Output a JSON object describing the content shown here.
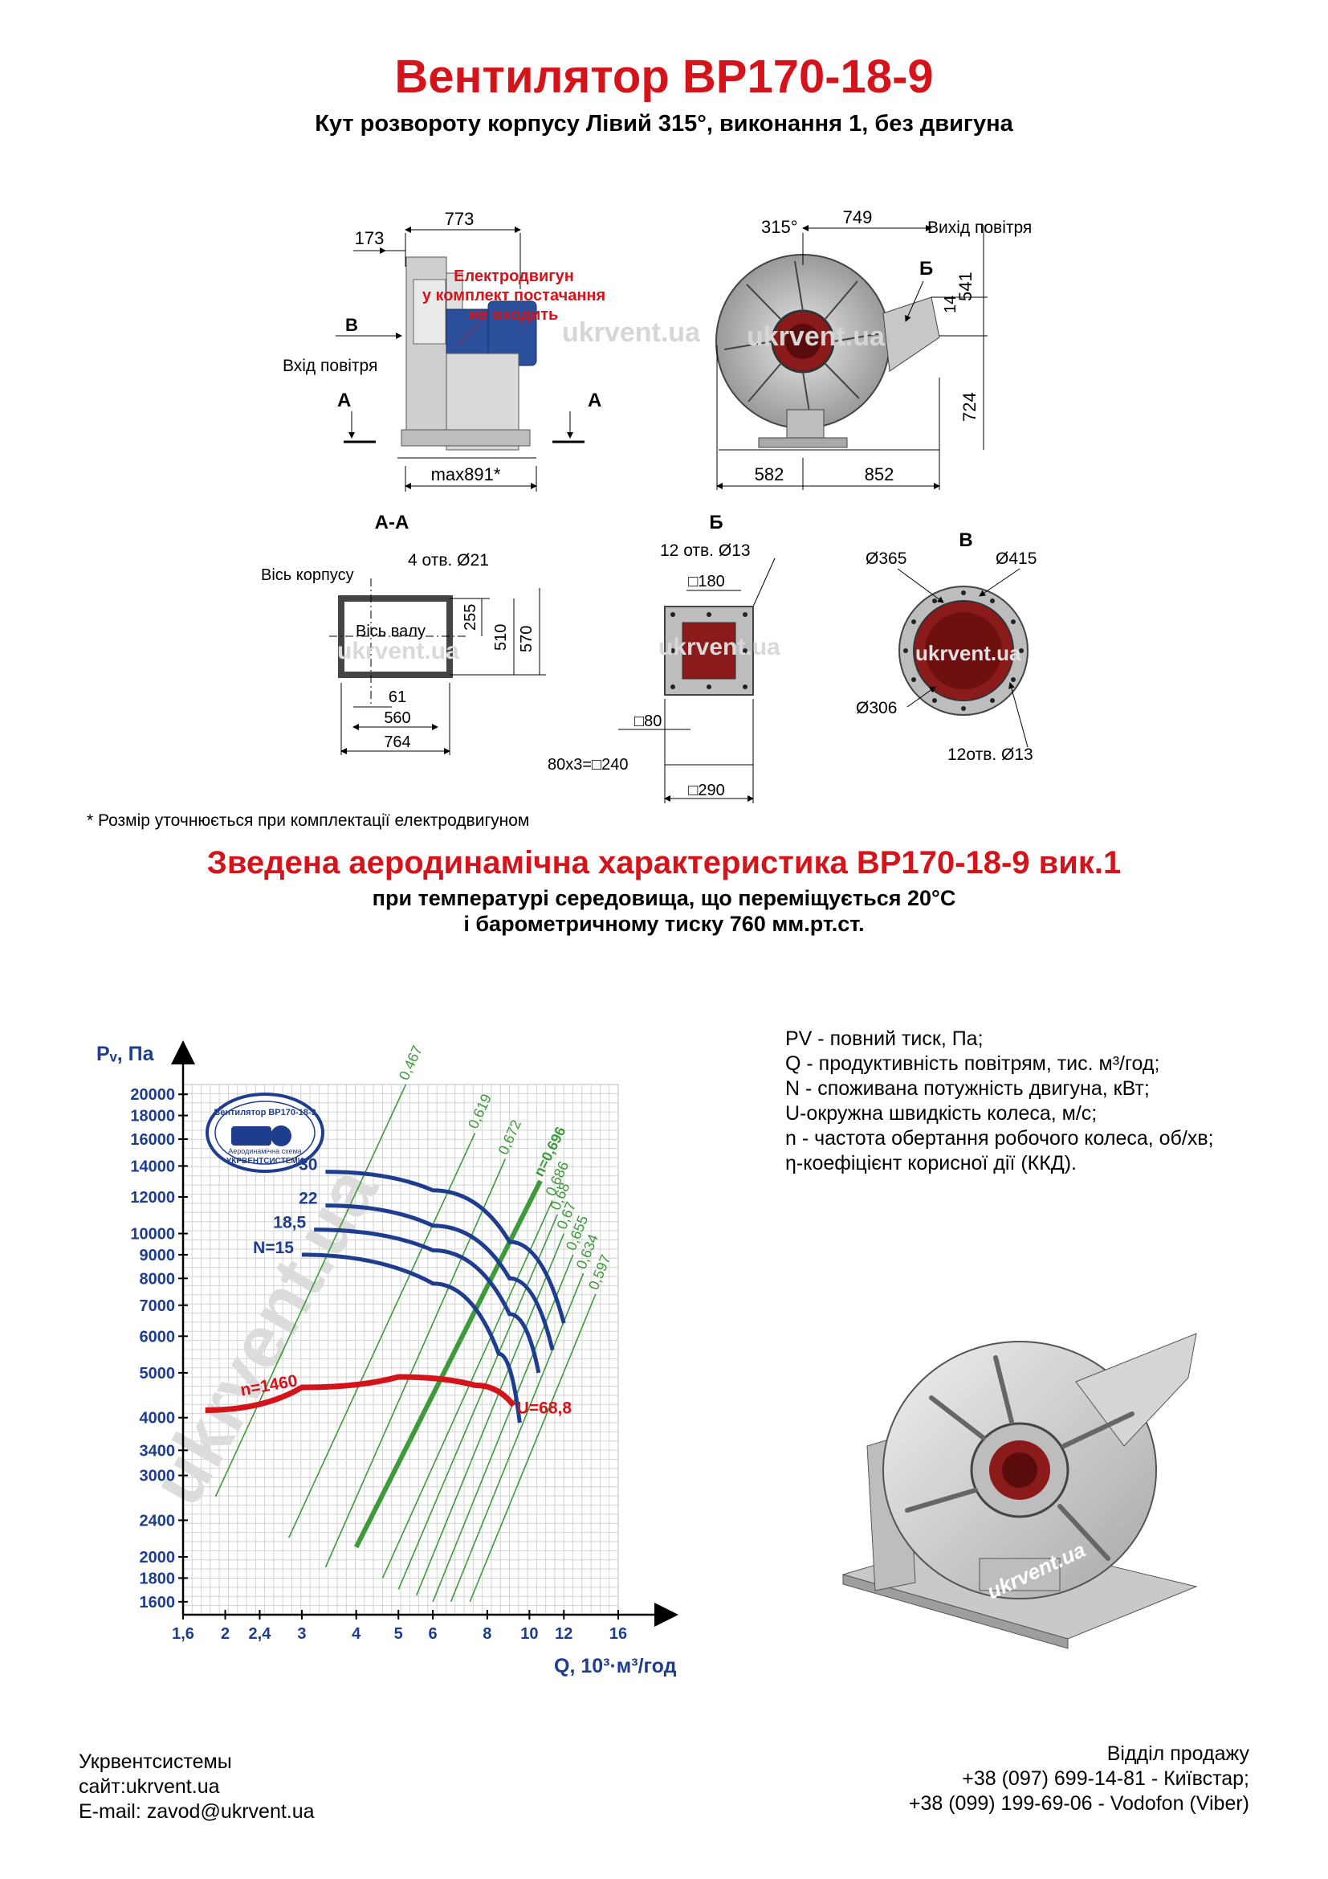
{
  "header": {
    "title": "Вентилятор ВР170-18-9",
    "subtitle": "Кут розвороту корпусу Лівий 315°, виконання 1, без двигуна"
  },
  "drawings": {
    "side_view": {
      "dim_773": "773",
      "dim_173": "173",
      "motor_note": [
        "Електродвигун",
        "у комплект постачання",
        "не входить"
      ],
      "label_v": "В",
      "air_inlet": "Вхід повітря",
      "label_a_left": "А",
      "label_a_right": "А",
      "dim_max891": "max891*"
    },
    "front_view": {
      "angle": "315°",
      "dim_749": "749",
      "air_outlet": "Вихід повітря",
      "label_b": "Б",
      "dim_14": "14",
      "dim_541": "541",
      "dim_724": "724",
      "dim_582": "582",
      "dim_852": "852"
    },
    "section_aa": {
      "title": "А-А",
      "housing_axis": "Вісь корпусу",
      "holes": "4 отв.  Ø21",
      "shaft_axis": "Вісь валу",
      "dim_255": "255",
      "dim_510": "510",
      "dim_570": "570",
      "dim_61": "61",
      "dim_560": "560",
      "dim_764": "764"
    },
    "view_b": {
      "title": "Б",
      "holes": "12 отв.  Ø13",
      "dim_180": "□180",
      "dim_80": "□80",
      "dim_240": "80x3=□240",
      "dim_290": "□290"
    },
    "view_v": {
      "title": "В",
      "d365": "Ø365",
      "d415": "Ø415",
      "d306": "Ø306",
      "holes": "12отв.  Ø13"
    },
    "watermark": "ukrvent.ua"
  },
  "footnote": "* Розмір уточнюється при комплектації електродвигуном",
  "aero": {
    "title": "Зведена аеродинамічна характеристика ВР170-18-9 вик.1",
    "sub1": "при температурі середовища, що переміщується 20°С",
    "sub2": "і барометричному тиску 760 мм.рт.ст."
  },
  "legend": [
    "PV - повний тиск, Па;",
    "Q - продуктивність повітрям, тис. м³/год;",
    "N - споживана потужність двигуна, кВт;",
    "U-окружна швидкість колеса, м/с;",
    "n - частота обертання робочого колеса, об/хв;",
    "η-коефіцієнт корисної дії (ККД)."
  ],
  "chart_data": {
    "type": "line",
    "ylabel": "Pᵥ, Па",
    "xlabel": "Q, 10³·м³/год",
    "x_scale": "log",
    "y_scale": "log",
    "x_ticks": [
      1.6,
      2,
      2.4,
      3,
      4,
      5,
      6,
      8,
      10,
      12,
      16
    ],
    "x_tick_labels": [
      "1,6",
      "2",
      "2,4",
      "3",
      "4",
      "5",
      "6",
      "8",
      "10",
      "12",
      "16"
    ],
    "y_ticks": [
      1600,
      1800,
      2000,
      2400,
      3000,
      3400,
      4000,
      5000,
      6000,
      7000,
      8000,
      9000,
      10000,
      12000,
      14000,
      16000,
      18000,
      20000
    ],
    "grid": true,
    "stamp_text": [
      "Вентилятор ВР170-18-9",
      "Аеродинамічна схема",
      "УКРВЕНТСИСТЕМИ"
    ],
    "watermark": "ukrvent.ua",
    "power_curves": [
      {
        "label": "30",
        "points": [
          [
            3.4,
            13600
          ],
          [
            6,
            12400
          ],
          [
            9,
            9600
          ],
          [
            12,
            6400
          ]
        ]
      },
      {
        "label": "22",
        "points": [
          [
            3.4,
            11500
          ],
          [
            6,
            10400
          ],
          [
            9,
            8000
          ],
          [
            11.3,
            5600
          ]
        ]
      },
      {
        "label": "18,5",
        "points": [
          [
            3.2,
            10200
          ],
          [
            6,
            9200
          ],
          [
            9,
            6700
          ],
          [
            10.5,
            5000
          ]
        ]
      },
      {
        "label": "N=15",
        "points": [
          [
            3.0,
            9000
          ],
          [
            6,
            7800
          ],
          [
            8.5,
            5500
          ],
          [
            9.5,
            3900
          ]
        ]
      }
    ],
    "speed_curve": {
      "label": "n=1460",
      "end_label": "U=68,8",
      "points": [
        [
          1.8,
          4150
        ],
        [
          3,
          4650
        ],
        [
          5,
          4900
        ],
        [
          7.5,
          4700
        ],
        [
          9.2,
          4250
        ]
      ]
    },
    "efficiency_lines": [
      {
        "label": "0,467",
        "bold": false,
        "start": [
          1.9,
          2700
        ],
        "end": [
          5.2,
          21000
        ]
      },
      {
        "label": "0,619",
        "bold": false,
        "start": [
          2.8,
          2200
        ],
        "end": [
          7.5,
          16500
        ]
      },
      {
        "label": "0,672",
        "bold": false,
        "start": [
          3.4,
          1900
        ],
        "end": [
          8.8,
          14500
        ]
      },
      {
        "label": "n=0,696",
        "bold": true,
        "start": [
          4.0,
          2100
        ],
        "end": [
          10.6,
          13000
        ]
      },
      {
        "label": "0,686",
        "bold": false,
        "start": [
          4.6,
          1800
        ],
        "end": [
          11.3,
          11800
        ]
      },
      {
        "label": "0,68",
        "bold": false,
        "start": [
          5.0,
          1700
        ],
        "end": [
          11.6,
          11000
        ]
      },
      {
        "label": "0,67",
        "bold": false,
        "start": [
          5.5,
          1650
        ],
        "end": [
          12.0,
          10000
        ]
      },
      {
        "label": "0,655",
        "bold": false,
        "start": [
          6.0,
          1600
        ],
        "end": [
          12.6,
          9000
        ]
      },
      {
        "label": "0,634",
        "bold": false,
        "start": [
          6.6,
          1600
        ],
        "end": [
          13.3,
          8200
        ]
      },
      {
        "label": "0,597",
        "bold": false,
        "start": [
          7.3,
          1600
        ],
        "end": [
          14.2,
          7400
        ]
      }
    ]
  },
  "footer": {
    "company": "Укрвентсистемы",
    "site": "сайт:ukrvent.ua",
    "email": "E-mail: zavod@ukrvent.ua",
    "sales_title": "Відділ продажу",
    "phone1": "+38 (097) 699-14-81 - Київстар;",
    "phone2": "+38 (099) 199-69-06 - Vodofon (Viber)"
  },
  "colors": {
    "red": "#d4141a",
    "blue": "#1f3d8f",
    "green": "#3e9a3a",
    "axis_blue": "#1f3d8f"
  }
}
